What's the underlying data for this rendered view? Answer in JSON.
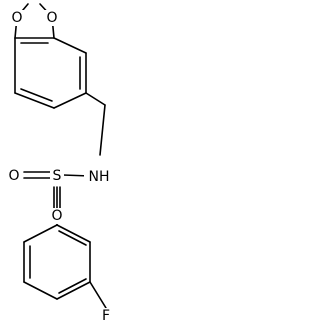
{
  "molecule": {
    "atoms": {
      "o_top_left": "O",
      "o_top_right": "O",
      "n": "NH",
      "s": "S",
      "o_sulfonyl_left": "O",
      "o_sulfonyl_bottom": "O",
      "f": "F"
    },
    "colors": {
      "bond": "#000000",
      "label": "#000000",
      "background": "#ffffff"
    }
  }
}
